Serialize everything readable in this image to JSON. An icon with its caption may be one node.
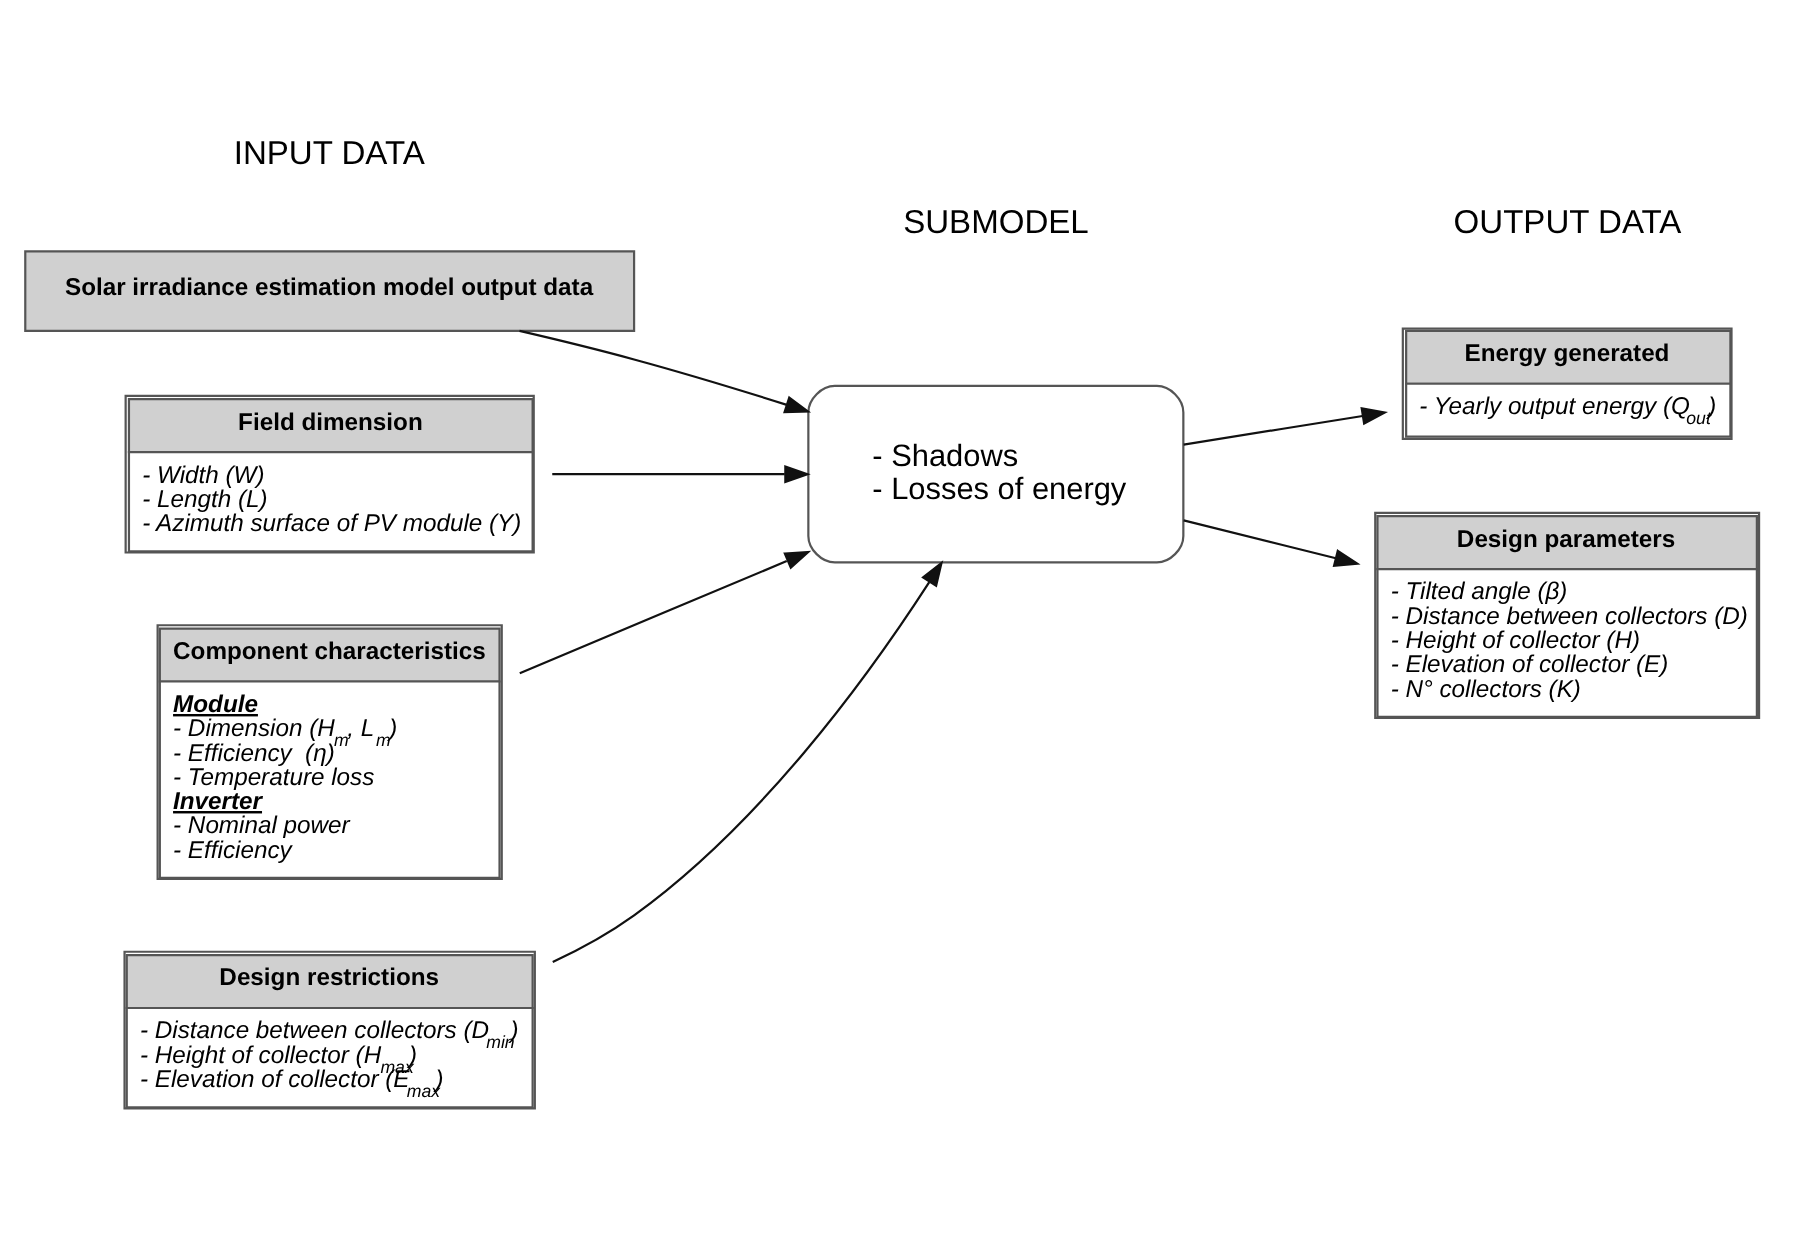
{
  "diagram": {
    "nodes": [
      {
        "text": [
          "Solar irradiance estimation model output data"
        ]
      },
      {
        "text": [
          "Field dimension",
          "- Width (W)",
          "- Length (L)",
          "- Azimuth surface of PV module (Y)"
        ]
      },
      {
        "text": [
          "Component characteristics",
          "Module",
          "- Dimension (H$_{m}$, L$_{m}$)",
          "- Efficiency  (η)",
          "- Temperature loss",
          "Inverter",
          "- Nominal power",
          "- Efficiency"
        ]
      },
      {
        "text": [
          "Design restrictions",
          "- Distance between collectors (D$_{min}$)",
          "- Height of collector (H$_{max}$)",
          "- Elevation of collector (E$_{max}$)"
        ]
      },
      {
        "text": [
          "- Shadows",
          "- Losses of energy"
        ]
      },
      {
        "text": [
          "Energy generated",
          "- Yearly output energy (Q$_{out}$)"
        ]
      },
      {
        "text": [
          "Design parameters",
          "- Tilted angle (β)",
          "- Distance between collectors (D)",
          "- Height of collector (H)",
          "- Elevation of collector (E)",
          "- N° collectors (K)"
        ]
      }
    ],
    "edges": [
      {
        "from": 0,
        "to": 4,
        "arrow": "to"
      },
      {
        "from": 1,
        "to": 4,
        "arrow": "to"
      },
      {
        "from": 2,
        "to": 4,
        "arrow": "to"
      },
      {
        "from": 3,
        "to": 4,
        "arrow": "to"
      },
      {
        "from": 4,
        "to": 5,
        "arrow": "to"
      },
      {
        "from": 4,
        "to": 6,
        "arrow": "to"
      }
    ],
    "labels": [
      "INPUT DATA",
      "SUBMODEL",
      "OUTPUT DATA"
    ]
  }
}
